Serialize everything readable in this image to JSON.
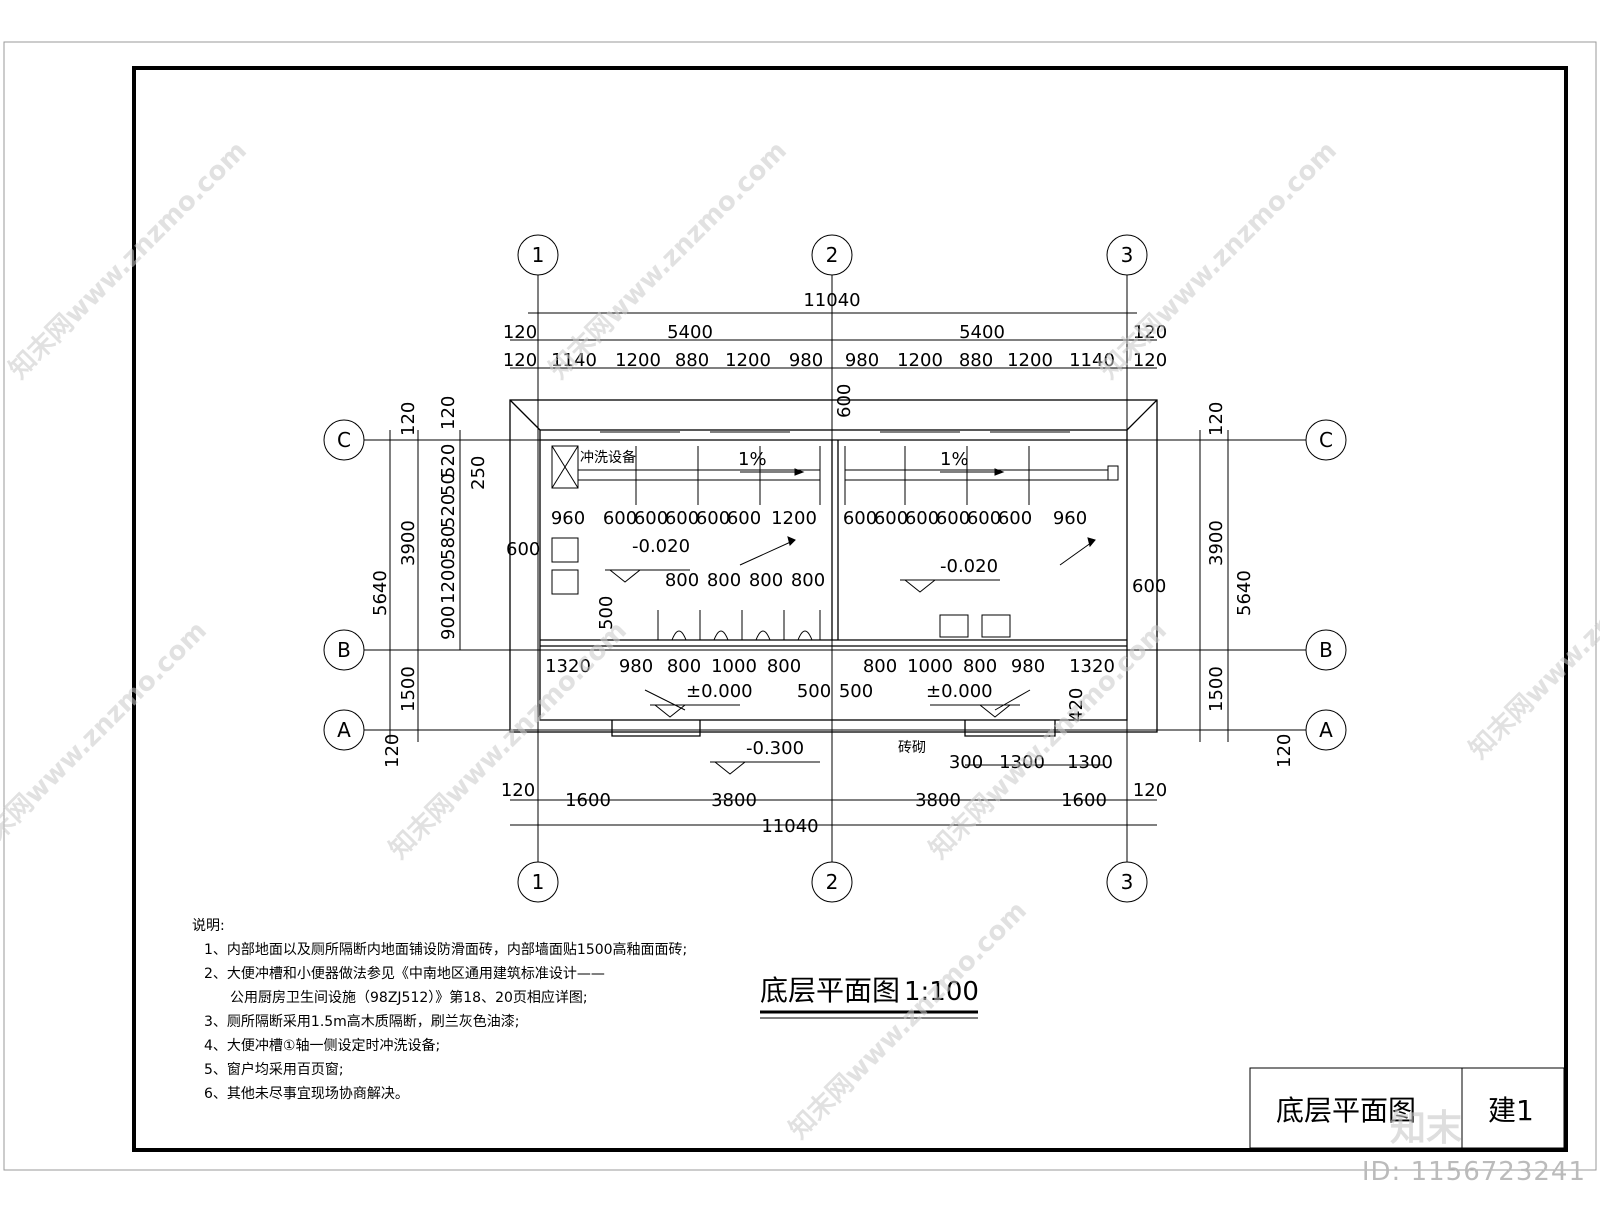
{
  "drawing": {
    "grid_axes": {
      "vertical": [
        "1",
        "2",
        "3"
      ],
      "horizontal": [
        "C",
        "B",
        "A"
      ]
    },
    "dims_top": {
      "overall": "11040",
      "row2": [
        "120",
        "5400",
        "5400",
        "120"
      ],
      "row3": [
        "120",
        "1140",
        "1200",
        "880",
        "1200",
        "980",
        "980",
        "1200",
        "880",
        "1200",
        "1140",
        "120"
      ]
    },
    "dims_bottom": {
      "row1": [
        "120",
        "1600",
        "3800",
        "3800",
        "1600",
        "120"
      ],
      "overall": "11040",
      "sub": [
        "300",
        "1300",
        "1300"
      ]
    },
    "dims_left": {
      "overall": "5640",
      "upper": "3900",
      "lower": "1500",
      "top_120": "120",
      "bottom_120": "120",
      "inner": [
        "120",
        "520",
        "50",
        "520",
        "250",
        "580",
        "1200",
        "900",
        "600"
      ]
    },
    "dims_right": {
      "overall": "5640",
      "upper": "3900",
      "lower": "1500",
      "top_120": "120",
      "bottom_120": "120",
      "side_600": "600"
    },
    "interior": {
      "flush_label": "冲洗设备",
      "slope_left": "1%",
      "slope_right": "1%",
      "stall_dims_left": [
        "960",
        "600",
        "600",
        "600",
        "600",
        "600",
        "1200"
      ],
      "stall_dims_right": [
        "600",
        "600",
        "600",
        "600",
        "600",
        "600",
        "960"
      ],
      "top_600": "600",
      "level_room_left": "-0.020",
      "level_room_right": "-0.020",
      "urinal_dims": [
        "800",
        "800",
        "800",
        "800"
      ],
      "urinal_depth": "500",
      "lower_dims_left": [
        "1320",
        "980",
        "800",
        "1000",
        "800"
      ],
      "lower_dims_right": [
        "800",
        "1000",
        "800",
        "980",
        "1320"
      ],
      "mid_500_left": "500",
      "mid_500_right": "500",
      "level_entry_left": "±0.000",
      "level_entry_right": "±0.000",
      "dim_420": "420",
      "brick_label": "砖砌",
      "level_outside": "-0.300"
    },
    "title": "底层平面图",
    "scale": "1:100"
  },
  "notes": {
    "heading": "说明:",
    "items": [
      "1、内部地面以及厕所隔断内地面铺设防滑面砖，内部墙面贴1500高釉面面砖;",
      "2、大便冲槽和小便器做法参见《中南地区通用建筑标准设计——",
      "公用厨房卫生间设施（98ZJ512）》第18、20页相应详图;",
      "3、厕所隔断采用1.5m高木质隔断，刷兰灰色油漆;",
      "4、大便冲槽①轴一侧设定时冲洗设备;",
      "5、窗户均采用百页窗;",
      "6、其他未尽事宜现场协商解决。"
    ]
  },
  "title_block": {
    "name": "底层平面图",
    "number": "建1"
  },
  "watermark": {
    "text": "知末网www.znzmo.com",
    "logo": "知末",
    "id": "ID: 1156723241"
  }
}
